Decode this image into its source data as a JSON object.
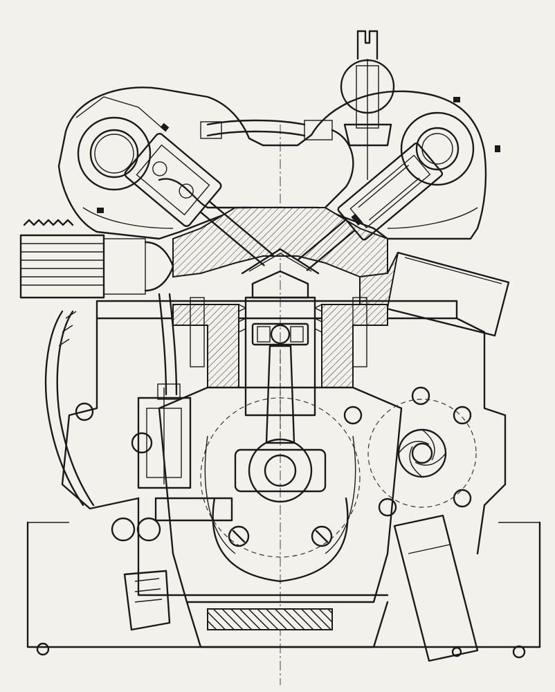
{
  "drawing": {
    "ink_color": "#1a1a1a",
    "paper_color": "#f2f1ec",
    "components": [
      "cylinder-head",
      "left-camshaft",
      "right-camshaft",
      "spark-plug",
      "piston",
      "connecting-rod",
      "crankshaft",
      "oil-sump",
      "fuel-injection-pump",
      "water-pump",
      "fuel-line",
      "cooling-fins",
      "exhaust-port",
      "intake-valve",
      "exhaust-valve"
    ]
  }
}
